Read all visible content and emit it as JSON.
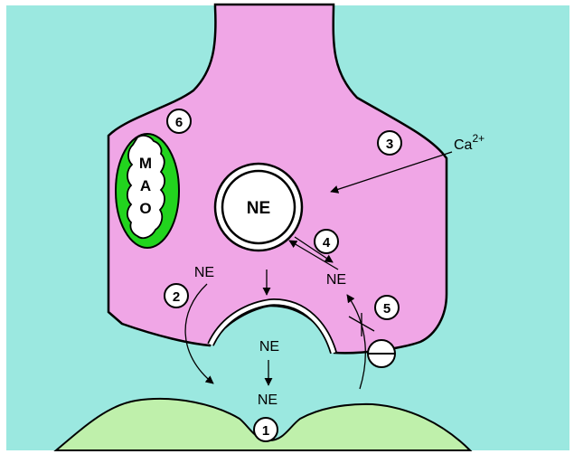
{
  "colors": {
    "frame": "#ffffff",
    "extracellular": "#9be8e0",
    "presynaptic_neuron": "#f0a6e6",
    "postsynaptic_cell": "#bff0ab",
    "mitochondrion": "#22d41e",
    "outline": "#000000",
    "vesicle": "#ffffff"
  },
  "labels": {
    "vesicle_ne": "NE",
    "mao_letters": [
      "M",
      "A",
      "O"
    ],
    "ne_release": "NE",
    "ne_cleft": "NE",
    "ne_receptor": "NE",
    "ne_cytoplasm": "NE",
    "calcium_base": "Ca",
    "calcium_charge": "2+"
  },
  "steps": [
    "1",
    "2",
    "3",
    "4",
    "5",
    "6"
  ],
  "icons": {
    "transporter": "transporter-circle-icon",
    "block": "x-block-icon"
  }
}
